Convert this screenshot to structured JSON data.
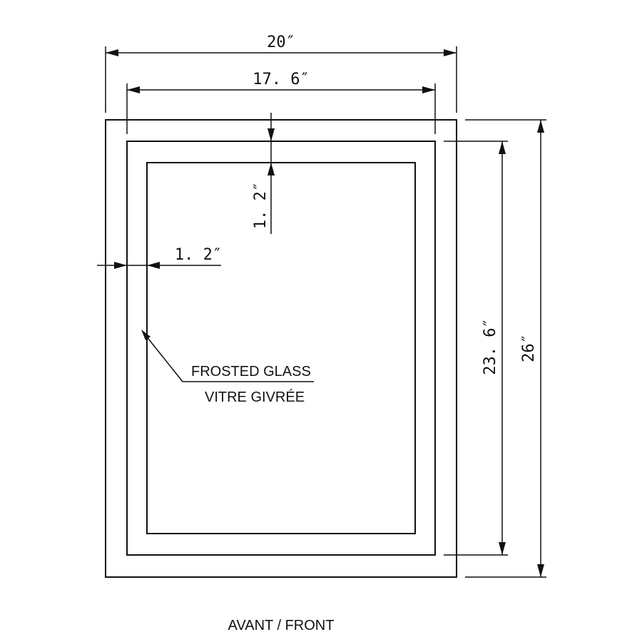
{
  "dimensions": {
    "overall_width": "20″",
    "inner_width": "17. 6″",
    "top_border": "1. 2″",
    "side_border": "1. 2″",
    "inner_height": "23. 6″",
    "overall_height": "26″"
  },
  "callout": {
    "line1": "FROSTED GLASS",
    "line2": "VITRE GIVRÉE"
  },
  "view_label": "AVANT / FRONT"
}
